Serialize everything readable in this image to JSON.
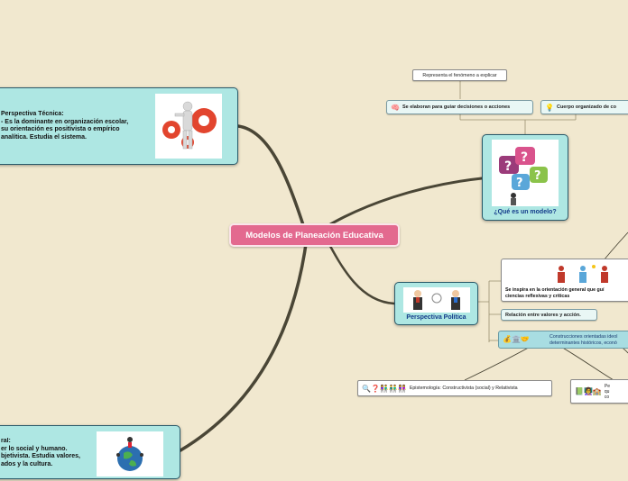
{
  "central": {
    "title": "Modelos de Planeación Educativa"
  },
  "tecnica": {
    "title": "Perspectiva Técnica:",
    "line1": "- Es la dominante en organización escolar,",
    "line2": "su orientación es positivista o empírico",
    "line3": "analítica. Estudia el sistema."
  },
  "cultural": {
    "line1": "ral:",
    "line2": "er lo social y humano.",
    "line3": "bjetivista. Estudia valores,",
    "line4": "ados y la cultura."
  },
  "modelo": {
    "label": "¿Qué es un modelo?",
    "branch1": "Representa el fenómeno a explicar",
    "branch2": "Se elaboran para guiar decisiones o acciones",
    "branch3": "Cuerpo organizado de co"
  },
  "politica": {
    "label": "Perspectiva Política",
    "branch1_line1": "Se inspira en la orientación general que guí",
    "branch1_line2": "ciencias reflexivas y críticas",
    "branch2": "Relación entre valores y acción.",
    "branch3_line1": "Construcciones orientadas ideol",
    "branch3_line2": "determinantes históricos, econó",
    "epistemologia": "Epistemología: Constructivista (social) y Relativista",
    "right_line1": "Pe",
    "right_line2": "qu",
    "right_line3": "co"
  },
  "colors": {
    "background": "#f1e8cf",
    "central": "#e3698f",
    "card": "#aee7e3",
    "card_border": "#2a5a6a",
    "label": "#123a8a",
    "link": "#4a4636"
  },
  "icons": [
    "brain-icon",
    "lightbulb-icon",
    "magnifier-icon",
    "question-icon",
    "people-icon",
    "books-icon",
    "gears-icon",
    "question-marks-icon"
  ]
}
